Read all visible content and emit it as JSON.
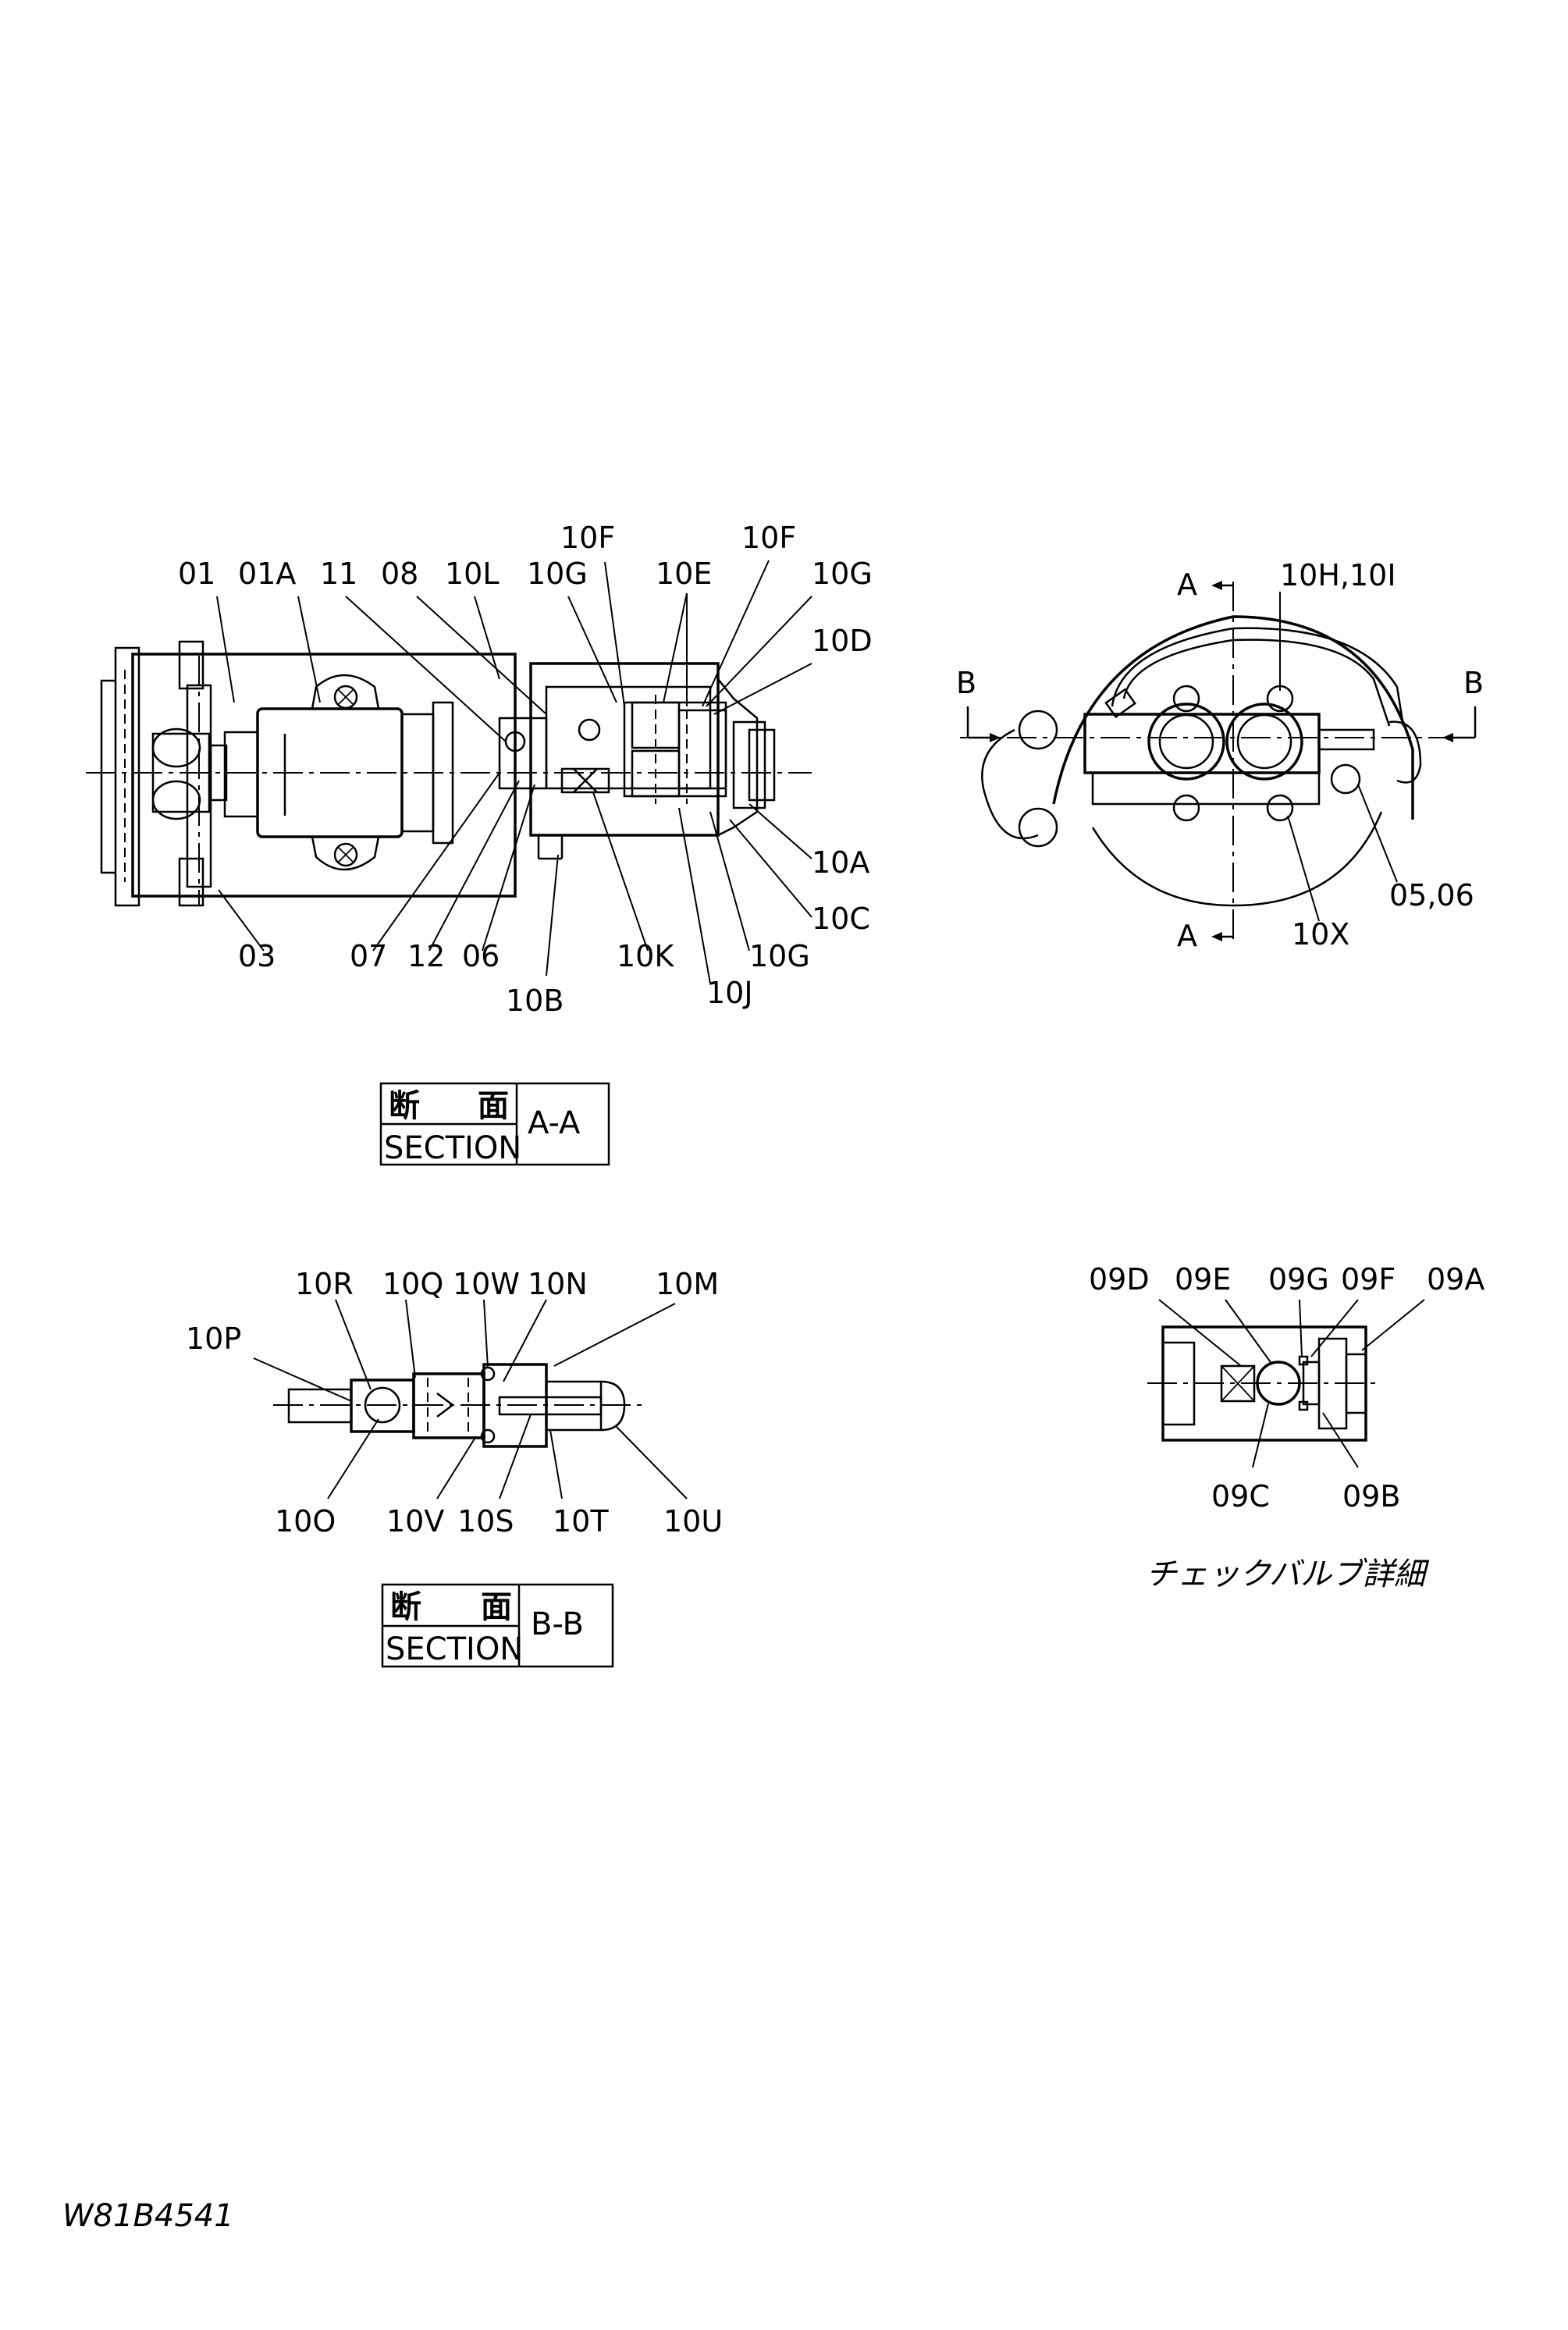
{
  "drawing_code": "W81B4541",
  "section_aa_box": {
    "jp_char1": "断",
    "jp_char2": "面",
    "en": "SECTION",
    "id": "A-A"
  },
  "section_bb_box": {
    "jp_char1": "断",
    "jp_char2": "面",
    "en": "SECTION",
    "id": "B-B"
  },
  "check_valve_title": "チェックバルブ詳細",
  "labels": {
    "p01": "01",
    "p01a": "01A",
    "p11": "11",
    "p08": "08",
    "p10l": "10L",
    "p10g_top": "10G",
    "p10f_1": "10F",
    "p10e": "10E",
    "p10f_2": "10F",
    "p10g_r": "10G",
    "p10d": "10D",
    "p10a": "10A",
    "p10c": "10C",
    "p10g_bot": "10G",
    "p10j": "10J",
    "p10k": "10K",
    "p10b": "10B",
    "p03": "03",
    "p07": "07",
    "p12": "12",
    "p06": "06",
    "side_a_top": "A",
    "side_a_bot": "A",
    "side_b_l": "B",
    "side_b_r": "B",
    "p10h10i": "10H,10I",
    "p10x": "10X",
    "p0506": "05,06",
    "p10r": "10R",
    "p10q": "10Q",
    "p10w": "10W",
    "p10n": "10N",
    "p10m": "10M",
    "p10p": "10P",
    "p10o": "10O",
    "p10v": "10V",
    "p10s": "10S",
    "p10t": "10T",
    "p10u": "10U",
    "p09d": "09D",
    "p09e": "09E",
    "p09g": "09G",
    "p09f": "09F",
    "p09a": "09A",
    "p09c": "09C",
    "p09b": "09B"
  },
  "icons": [
    "mounting-screw-icon",
    "cutting-plane-arrow-icon",
    "check-ball-icon"
  ]
}
